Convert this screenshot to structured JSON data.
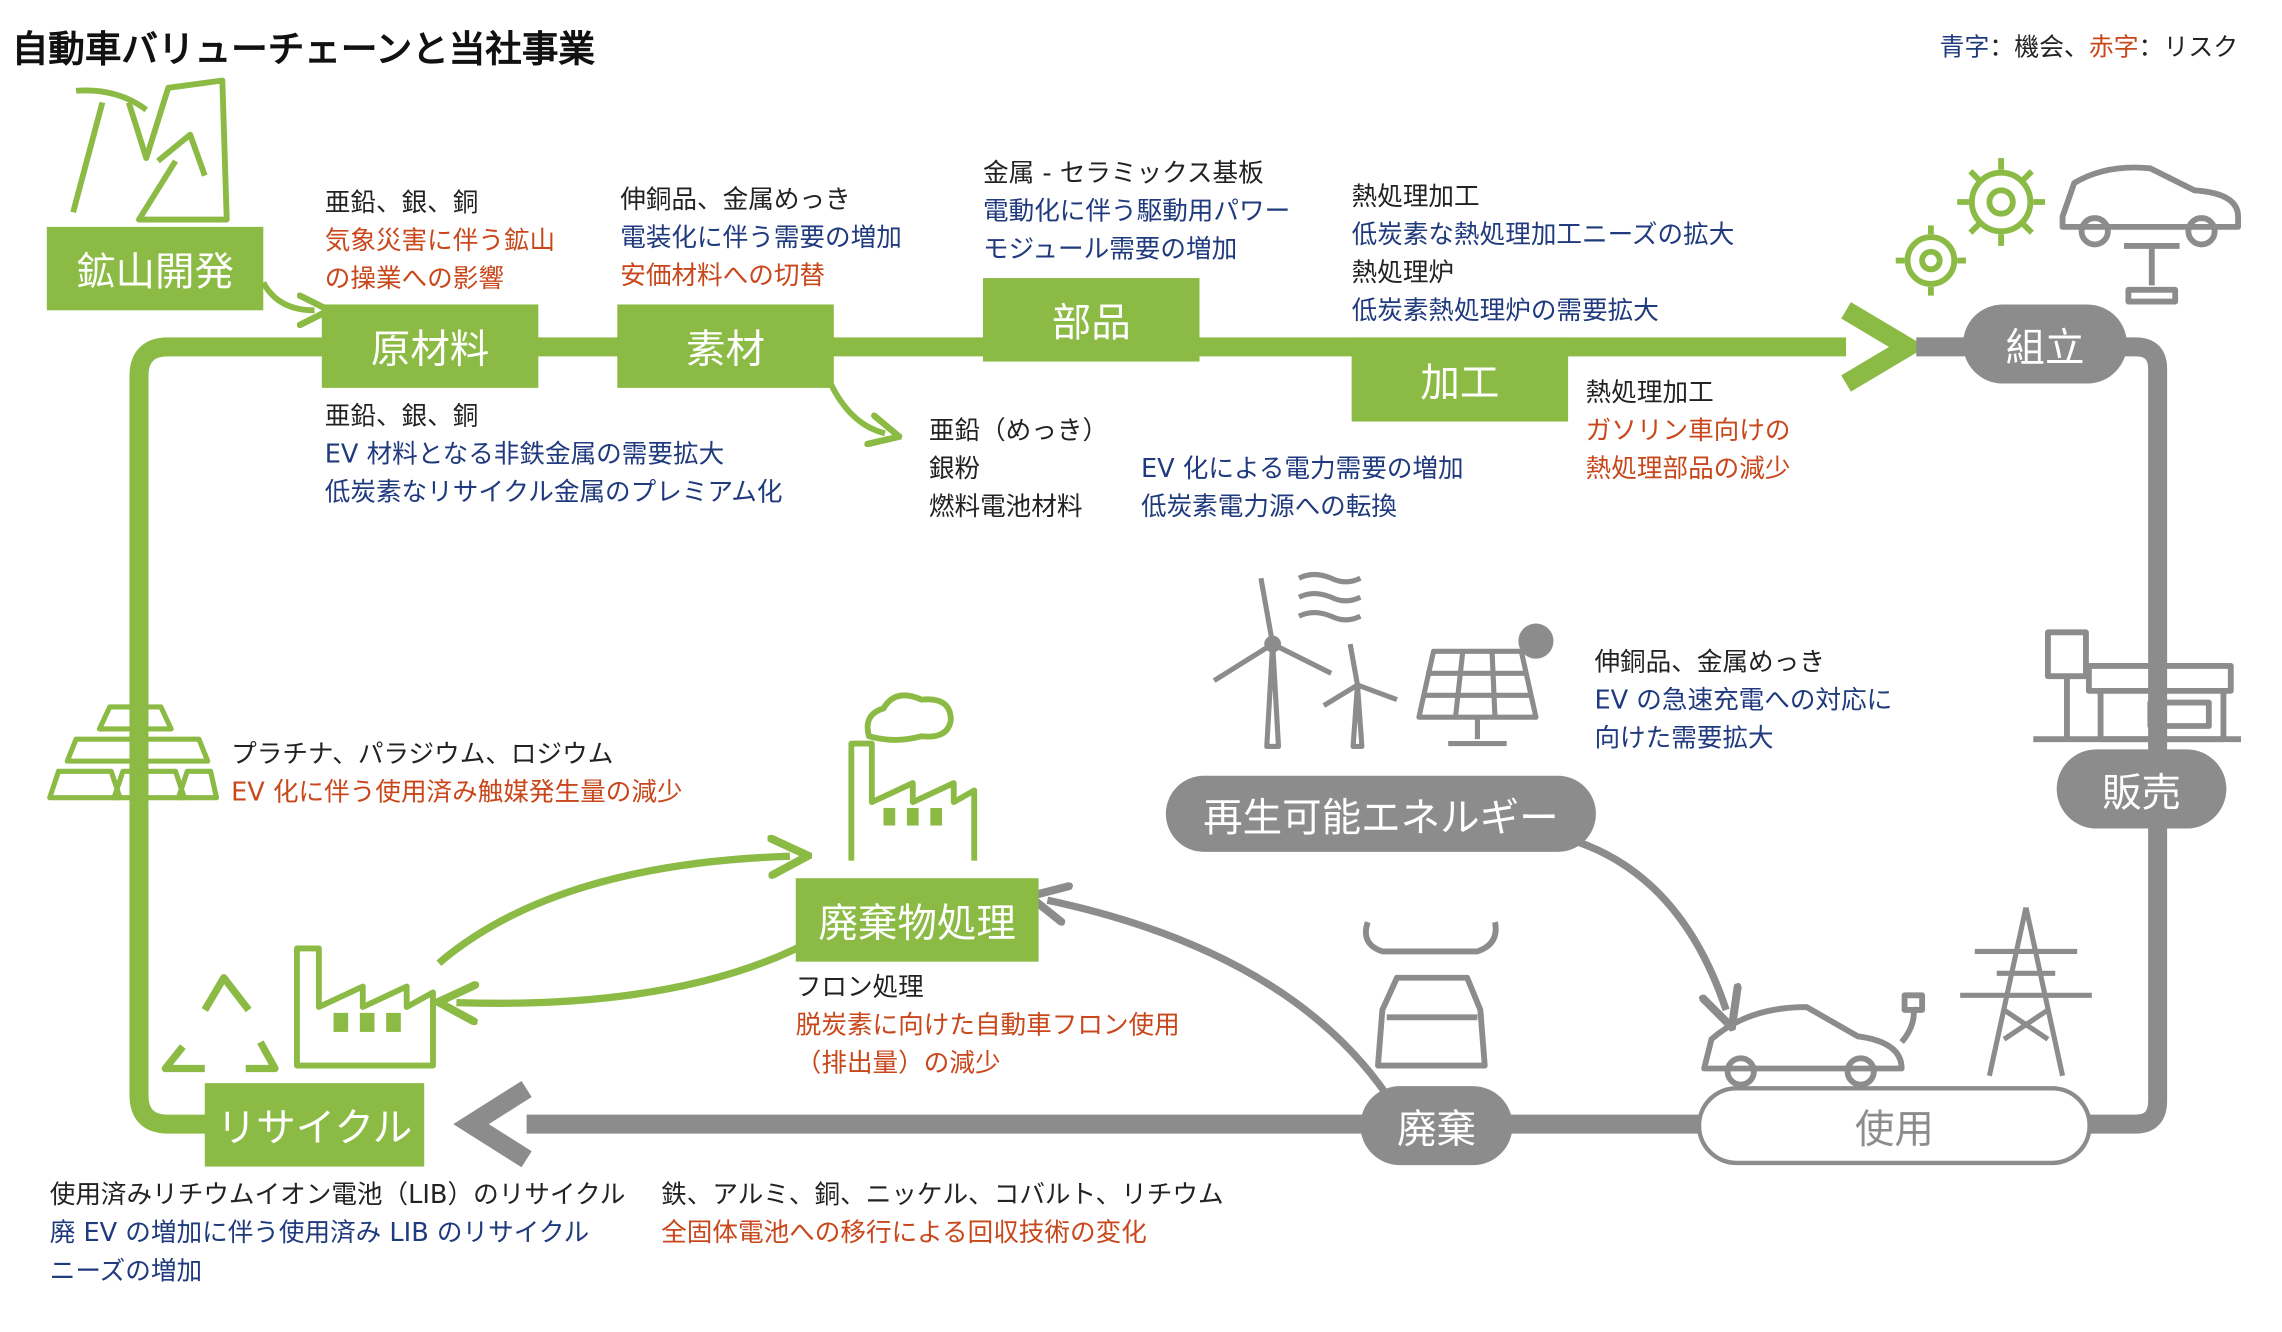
{
  "title": "自動車バリューチェーンと当社事業",
  "legend": {
    "blue_label": "青字",
    "blue_text": "：機会、",
    "red_label": "赤字",
    "red_text": "：リスク"
  },
  "colors": {
    "green": "#8bba45",
    "gray": "#8c8c8c",
    "blue": "#1f3a7d",
    "red": "#c8471b"
  },
  "nodes": {
    "mining": "鉱山開発",
    "raw_materials": "原材料",
    "materials": "素材",
    "parts": "部品",
    "processing": "加工",
    "assembly": "組立",
    "sales": "販売",
    "use": "使用",
    "disposal": "廃棄",
    "waste_treatment": "廃棄物処理",
    "recycling": "リサイクル",
    "renewable": "再生可能エネルギー"
  },
  "notes": {
    "raw_top": {
      "l1": "亜鉛、銀、銅",
      "l2": "気象災害に伴う鉱山",
      "l3": "の操業への影響"
    },
    "materials_top": {
      "l1": "伸銅品、金属めっき",
      "l2": "電装化に伴う需要の増加",
      "l3": "安価材料への切替"
    },
    "parts_top": {
      "l1": "金属 - セラミックス基板",
      "l2": "電動化に伴う駆動用パワー",
      "l3": "モジュール需要の増加"
    },
    "processing_top": {
      "l1": "熱処理加工",
      "l2": "低炭素な熱処理加工ニーズの拡大",
      "l3": "熱処理炉",
      "l4": "低炭素熱処理炉の需要拡大"
    },
    "raw_bottom": {
      "l1": "亜鉛、銀、銅",
      "l2": "EV 材料となる非鉄金属の需要拡大",
      "l3": "低炭素なリサイクル金属のプレミアム化"
    },
    "materials_branch": {
      "l1": "亜鉛（めっき）",
      "l2": "銀粉",
      "l3": "燃料電池材料"
    },
    "power": {
      "l1": "EV 化による電力需要の増加",
      "l2": "低炭素電力源への転換"
    },
    "processing_bottom": {
      "l1": "熱処理加工",
      "l2": "ガソリン車向けの",
      "l3": "熱処理部品の減少"
    },
    "charging": {
      "l1": "伸銅品、金属めっき",
      "l2": "EV の急速充電への対応に",
      "l3": "向けた需要拡大"
    },
    "catalyst": {
      "l1": "プラチナ、パラジウム、ロジウム",
      "l2": "EV 化に伴う使用済み触媒発生量の減少"
    },
    "freon": {
      "l1": "フロン処理",
      "l2": "脱炭素に向けた自動車フロン使用",
      "l3": "（排出量）の減少"
    },
    "lib": {
      "l1": "使用済みリチウムイオン電池（LIB）のリサイクル",
      "l2": "廃 EV の増加に伴う使用済み LIB のリサイクル",
      "l3": "ニーズの増加"
    },
    "metals": {
      "l1": "鉄、アルミ、銅、ニッケル、コバルト、リチウム",
      "l2": "全固体電池への移行による回収技術の変化"
    }
  }
}
